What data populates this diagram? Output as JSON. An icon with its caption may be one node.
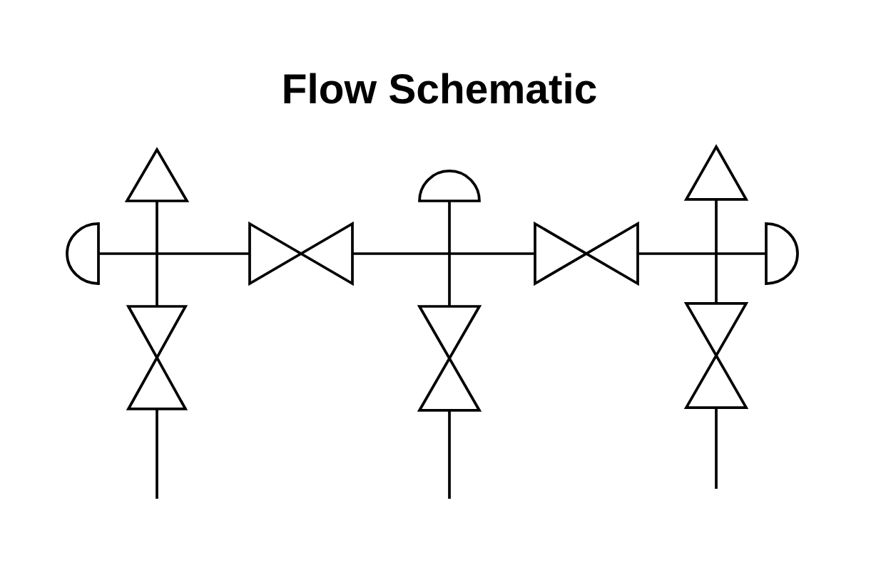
{
  "diagram": {
    "title": "Flow Schematic",
    "nodes": [
      {
        "text": [],
        "shape": "triangle"
      },
      {
        "text": [],
        "shape": "semicircle"
      },
      {
        "text": [],
        "shape": "valve"
      },
      {
        "text": [],
        "shape": "valve"
      },
      {
        "text": [],
        "shape": "semicircle"
      },
      {
        "text": [],
        "shape": "valve"
      },
      {
        "text": [],
        "shape": "valve"
      },
      {
        "text": [],
        "shape": "triangle"
      },
      {
        "text": [],
        "shape": "semicircle"
      },
      {
        "text": [],
        "shape": "valve"
      }
    ],
    "edges": [
      {
        "from": 1,
        "to": 3,
        "arrow": "none"
      },
      {
        "from": 0,
        "to": 2,
        "arrow": "none"
      },
      {
        "from": 3,
        "to": 6,
        "arrow": "none"
      },
      {
        "from": 4,
        "to": 5,
        "arrow": "none"
      },
      {
        "from": 6,
        "to": 8,
        "arrow": "none"
      },
      {
        "from": 7,
        "to": 9,
        "arrow": "none"
      },
      {
        "from": 2,
        "to": null,
        "arrow": "none"
      },
      {
        "from": 5,
        "to": null,
        "arrow": "none"
      },
      {
        "from": 9,
        "to": null,
        "arrow": "none"
      }
    ]
  }
}
